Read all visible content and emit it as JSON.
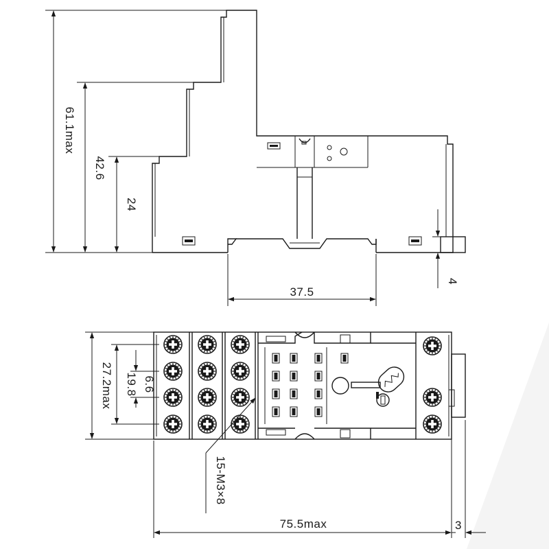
{
  "dimensions": {
    "overall_height": "61.1max",
    "mid_height": "42.6",
    "low_height": "24",
    "rail_thickness": "4",
    "rail_width": "37.5",
    "front_height": "27.2max",
    "pitch_row": "19.8",
    "pitch_small": "6.6",
    "screw_spec": "15-M3×8",
    "overall_length": "75.5max",
    "tab_width": "3"
  },
  "colors": {
    "line": "#1a1a1a",
    "background": "#ffffff",
    "watermark": "#f4f4f4"
  }
}
